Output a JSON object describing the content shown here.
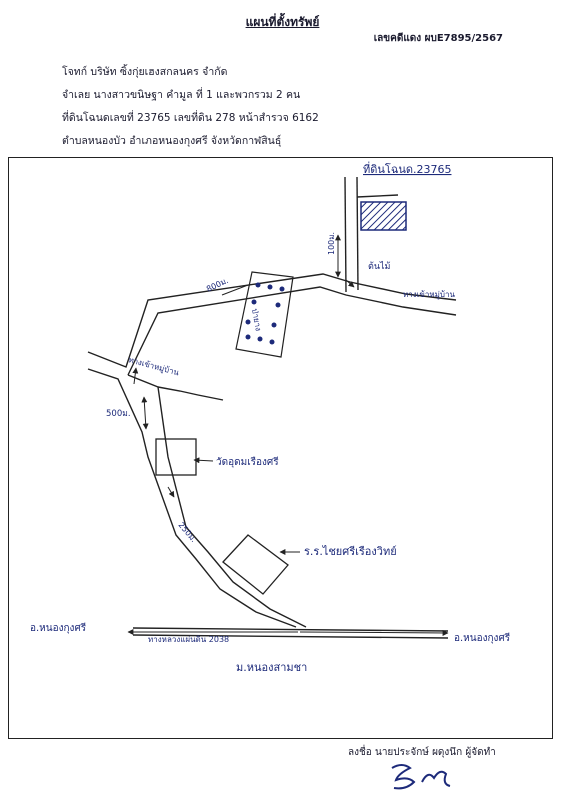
{
  "document": {
    "title": "แผนที่ตั้งทรัพย์",
    "ref_no": "เลขคดีแดง ผบE7895/2567",
    "header_lines": [
      "โจทก์ บริษัท ซิ้งกุ่ยเฮงสกลนคร จำกัด",
      "จำเลย นางสาวขนิษฐา คำมูล ที่ 1 และพวกรวม 2 คน",
      "ที่ดินโฉนดเลขที่ 23765 เลขที่ดิน 278 หน้าสำรวจ 6162",
      "ตำบลหนองบัว อำเภอหนองกุงศรี จังหวัดกาฬสินธุ์"
    ]
  },
  "map": {
    "ink_color": "#1d2a7a",
    "labels": {
      "property": "ที่ดินโฉนด.23765",
      "dist_100": "100ม.",
      "tree": "ต้นไม้",
      "dist_800": "800ม.",
      "road_right": "ทางเข้าหมู่บ้าน",
      "plot_text": "ป่ายาง",
      "road_left": "ทางเข้าหมู่บ้าน",
      "dist_500": "500ม.",
      "temple": "วัดอุดมเรืองศรี",
      "dist_250": "250ม.",
      "school": "ร.ร.ไชยศรีเรืองวิทย์",
      "town_left": "อ.หนองกุงศรี",
      "highway": "ทางหลวงแผ่นดิน 2038",
      "town_right": "อ.หนองกุงศรี",
      "village_bottom": "ม.หนองสามชา"
    }
  },
  "footer": {
    "signature_line": "ลงชื่อ นายประจักษ์ ผดุงนึก ผู้จัดทำ"
  }
}
